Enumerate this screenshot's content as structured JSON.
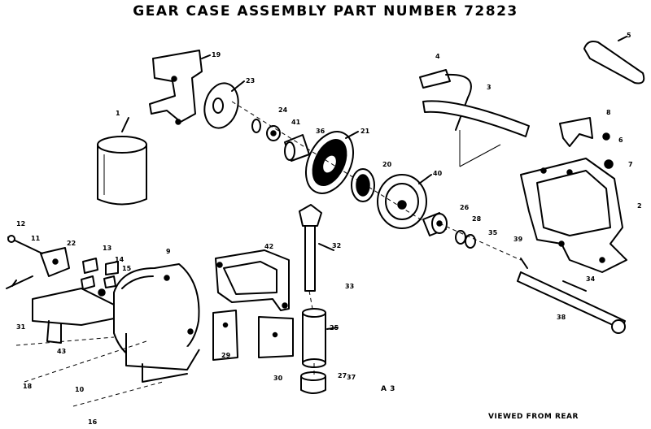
{
  "diagram": {
    "title": "GEAR CASE ASSEMBLY PART NUMBER 72823",
    "sheet_mark": "A 3",
    "view_note": "VIEWED FROM REAR"
  },
  "callouts": {
    "c1": "1",
    "c2": "2",
    "c3": "3",
    "c4": "4",
    "c5": "5",
    "c6": "6",
    "c7": "7",
    "c8": "8",
    "c9": "9",
    "c10": "10",
    "c11": "11",
    "c12": "12",
    "c13": "13",
    "c14": "14",
    "c15": "15",
    "c16": "16",
    "c18": "18",
    "c19": "19",
    "c20": "20",
    "c21": "21",
    "c22": "22",
    "c23": "23",
    "c24": "24",
    "c25": "25",
    "c26": "26",
    "c27": "27",
    "c28": "28",
    "c29": "29",
    "c30": "30",
    "c31": "31",
    "c32": "32",
    "c33": "33",
    "c34": "34",
    "c35": "35",
    "c36": "36",
    "c37": "37",
    "c38": "38",
    "c39": "39",
    "c40": "40",
    "c41": "41",
    "c42": "42",
    "c43": "43"
  }
}
